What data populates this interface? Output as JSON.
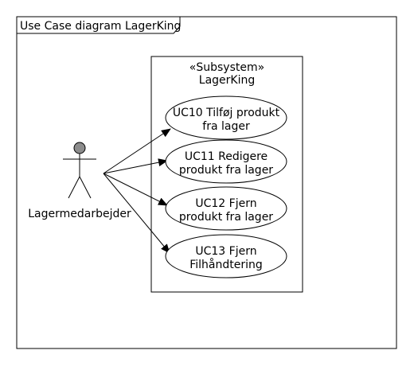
{
  "frame": {
    "title": "Use Case diagram LagerKing"
  },
  "subsystem": {
    "stereotype": "«Subsystem»",
    "name": "LagerKing"
  },
  "actor": {
    "name": "Lagermedarbejder",
    "head_color": "#8c8c8c"
  },
  "use_cases": [
    {
      "lines": [
        "UC10 Tilføj produkt",
        "fra lager"
      ]
    },
    {
      "lines": [
        "UC11 Redigere",
        "produkt fra lager"
      ]
    },
    {
      "lines": [
        "UC12 Fjern",
        "produkt fra lager"
      ]
    },
    {
      "lines": [
        "UC13 Fjern",
        "Filhåndtering"
      ]
    }
  ]
}
